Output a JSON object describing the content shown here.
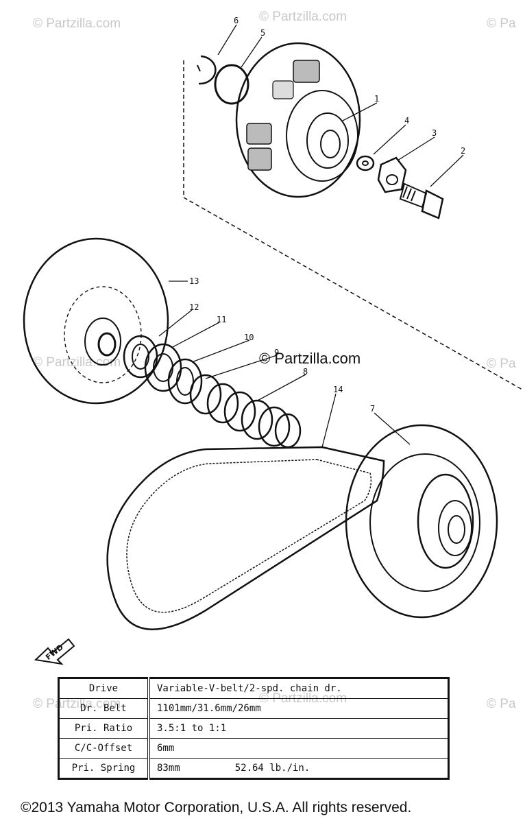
{
  "watermarks": {
    "text": "© Partzilla.com",
    "edge_text": "© Pa",
    "center_text": "© Partzilla.com"
  },
  "callouts": [
    "1",
    "2",
    "3",
    "4",
    "5",
    "6",
    "7",
    "8",
    "9",
    "10",
    "11",
    "12",
    "13",
    "14"
  ],
  "fwd_label": "FWD",
  "specs": [
    {
      "label": "Drive",
      "value": "Variable-V-belt/2-spd. chain dr.",
      "extra": ""
    },
    {
      "label": "Dr. Belt",
      "value": "1101mm/31.6mm/26mm",
      "extra": ""
    },
    {
      "label": "Pri. Ratio",
      "value": "3.5:1  to  1:1",
      "extra": ""
    },
    {
      "label": "C/C-Offset",
      "value": "6mm",
      "extra": ""
    },
    {
      "label": "Pri. Spring",
      "value": "83mm",
      "extra": "52.64 lb./in."
    }
  ],
  "copyright": "©2013  Yamaha Motor Corporation, U.S.A. All rights reserved."
}
